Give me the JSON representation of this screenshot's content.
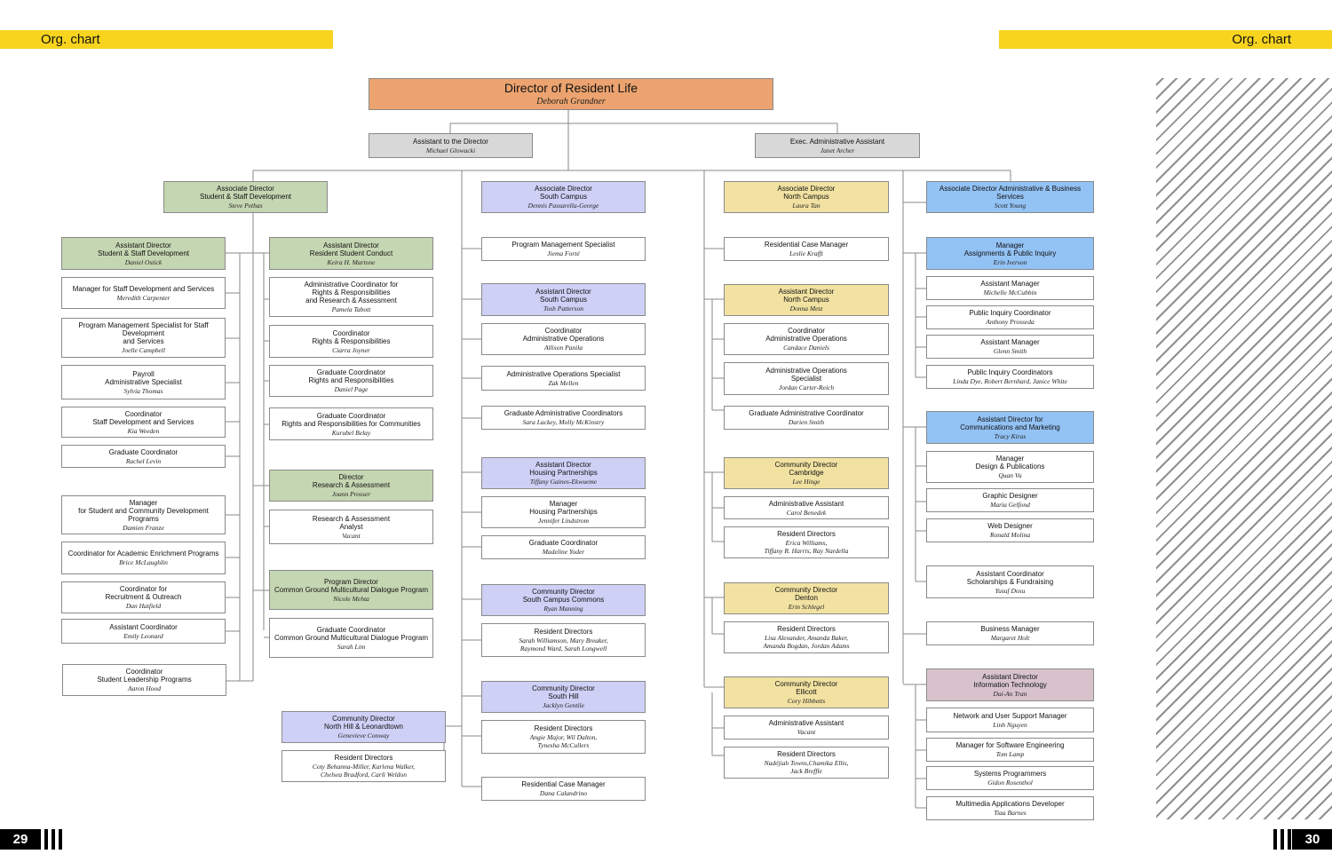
{
  "header": {
    "left_title": "Org. chart",
    "right_title": "Org. chart"
  },
  "footer": {
    "left_page": "29",
    "right_page": "30"
  },
  "colors": {
    "accent_yellow": "#f8d41f",
    "director": "#eca36f",
    "staff": "#d8d8d8",
    "student_dev": "#c5d6b2",
    "south": "#cfd0f6",
    "north": "#f2e2a2",
    "business": "#93c2f4",
    "it": "#d8c3cd"
  },
  "chart": {
    "director": {
      "title": "Director of Resident Life",
      "name": "Deborah Grandner"
    },
    "assistant_director": {
      "title": "Assistant to the Director",
      "name": "Michael Glowacki"
    },
    "exec_admin": {
      "title": "Exec. Administrative Assistant",
      "name": "Janet Archer"
    },
    "col1": {
      "head": {
        "title": "Associate Director\nStudent & Staff Development",
        "name": "Steve Pethas"
      },
      "a": [
        {
          "title": "Assistant Director\nStudent & Staff Development",
          "name": "Daniel Ostick"
        },
        {
          "title": "Manager for Staff Development and Services",
          "name": "Meredith Carpenter"
        },
        {
          "title": "Program Management Specialist for Staff Development\nand Services",
          "name": "Joelle Campbell"
        },
        {
          "title": "Payroll\nAdministrative Specialist",
          "name": "Sylvia Thomas"
        },
        {
          "title": "Coordinator\nStaff Development and Services",
          "name": "Kia Weeden"
        },
        {
          "title": "Graduate Coordinator",
          "name": "Rachel Levin"
        },
        {
          "title": "Manager\nfor Student and Community Development Programs",
          "name": "Damien Franze"
        },
        {
          "title": "Coordinator for Academic Enrichment Programs",
          "name": "Brice McLaughlin"
        },
        {
          "title": "Coordinator for\nRecruitment & Outreach",
          "name": "Dan Hatfield"
        },
        {
          "title": "Assistant Coordinator",
          "name": "Emily Leonard"
        },
        {
          "title": "Coordinator\nStudent Leadership Programs",
          "name": "Aaron Hood"
        }
      ],
      "b": [
        {
          "title": "Assistant Director\nResident Student Conduct",
          "name": "Keira H. Martone"
        },
        {
          "title": "Administrative Coordinator for\nRights & Responsibilities\nand Research & Assessment",
          "name": "Pamela Tabott"
        },
        {
          "title": "Coordinator\nRights & Responsibilities",
          "name": "Ciarra Joyner"
        },
        {
          "title": "Graduate Coordinator\nRights and Responsibilities",
          "name": "Daniel Page"
        },
        {
          "title": "Graduate Coordinator\nRights and Responsibilities for Communities",
          "name": "Kurubel Belay"
        },
        {
          "title": "Director\nResearch & Assessment",
          "name": "Joann Prosser"
        },
        {
          "title": "Research & Assessment\nAnalyst",
          "name": "Vacant"
        },
        {
          "title": "Program Director\nCommon Ground Multicultural Dialogue Program",
          "name": "Nicole Mehta"
        },
        {
          "title": "Graduate Coordinator\nCommon Ground Multicultural Dialogue Program",
          "name": "Sarah Lim"
        },
        {
          "title": "Community Director\nNorth Hill & Leonardtown",
          "name": "Genevieve Conway"
        },
        {
          "title": "Resident Directors",
          "name": "Coty Behanna-Miller, Karlena Walker,\nChelsea Bradford, Carli Weldon"
        }
      ]
    },
    "col2": {
      "head": {
        "title": "Associate Director\nSouth Campus",
        "name": "Dennis Passarella-George"
      },
      "items": [
        {
          "title": "Program Management Specialist",
          "name": "Jiema Forté"
        },
        {
          "title": "Assistant Director\nSouth Campus",
          "name": "Tosh Patterson"
        },
        {
          "title": "Coordinator\nAdministrative Operations",
          "name": "Allison Panila"
        },
        {
          "title": "Administrative Operations Specialist",
          "name": "Zak Mellen"
        },
        {
          "title": "Graduate Administrative Coordinators",
          "name": "Sara Lackey, Molly McKinstry"
        },
        {
          "title": "Assistant Director\nHousing Partnerships",
          "name": "Tiffany Gaines-Ekwueme"
        },
        {
          "title": "Manager\nHousing Partnerships",
          "name": "Jennifer Lindstrom"
        },
        {
          "title": "Graduate Coordinator",
          "name": "Madeline Yoder"
        },
        {
          "title": "Community Director\nSouth Campus Commons",
          "name": "Ryan Manning"
        },
        {
          "title": "Resident Directors",
          "name": "Sarah Williamson, Mary Breaker,\nRaymond Ward, Sarah Longwell"
        },
        {
          "title": "Community Director\nSouth Hill",
          "name": "Jacklyn Gentile"
        },
        {
          "title": "Resident Directors",
          "name": "Angie Major, Wil Dalton,\nTynesha McCullers"
        },
        {
          "title": "Residential Case Manager",
          "name": "Dana Calandrino"
        }
      ]
    },
    "col3": {
      "head": {
        "title": "Associate Director\nNorth Campus",
        "name": "Laura Tan"
      },
      "items": [
        {
          "title": "Residential Case Manager",
          "name": "Leslie Krafft"
        },
        {
          "title": "Assistant Director\nNorth Campus",
          "name": "Donna Metz"
        },
        {
          "title": "Coordinator\nAdministrative Operations",
          "name": "Candace Daniels"
        },
        {
          "title": "Administrative Operations\nSpecialist",
          "name": "Jordan Carter-Reich"
        },
        {
          "title": "Graduate Administrative Coordinator",
          "name": "Darien Smith"
        },
        {
          "title": "Community Director\nCambridge",
          "name": "Lee Hinge"
        },
        {
          "title": "Administrative Assistant",
          "name": "Carol Benedek"
        },
        {
          "title": "Resident Directors",
          "name": "Erica Williams,\nTiffany R. Harris, Ray Nardella"
        },
        {
          "title": "Community Director\nDenton",
          "name": "Erin Schlegel"
        },
        {
          "title": "Resident Directors",
          "name": "Lisa Alexander, Amanda Baker,\nAmanda Bogdan, Jordan Adams"
        },
        {
          "title": "Community Director\nEllicott",
          "name": "Cory Hibbetts"
        },
        {
          "title": "Administrative Assistant",
          "name": "Vacant"
        },
        {
          "title": "Resident Directors",
          "name": "Nadéjiah Towns,Chamika Ellis,\nJack Breffle"
        }
      ]
    },
    "col4": {
      "head": {
        "title": "Associate Director Administrative & Business\nServices",
        "name": "Scott Young"
      },
      "items": [
        {
          "title": "Manager\nAssignments & Public Inquiry",
          "name": "Erin Iverson"
        },
        {
          "title": "Assistant Manager",
          "name": "Michelle McCubbin"
        },
        {
          "title": "Public Inquiry Coordinator",
          "name": "Anthony Prosseda"
        },
        {
          "title": "Assistant Manager",
          "name": "Glenn Smith"
        },
        {
          "title": "Public Inquiry Coordinators",
          "name": "Linda Dye, Robert Bernhard, Janice White"
        },
        {
          "title": "Assistant Director for\nCommunications and Marketing",
          "name": "Tracy Kiras"
        },
        {
          "title": "Manager\nDesign & Publications",
          "name": "Quan Vu"
        },
        {
          "title": "Graphic Designer",
          "name": "Maria Gelfond"
        },
        {
          "title": "Web Designer",
          "name": "Ronald Molina"
        },
        {
          "title": "Assistant Coordinator\nScholarships & Fundraising",
          "name": "Yusuf Dosu"
        },
        {
          "title": "Business Manager",
          "name": "Margaret Holt"
        },
        {
          "title": "Assistant Director\nInformation Technology",
          "name": "Dai-An Tran"
        },
        {
          "title": "Network and User Support Manager",
          "name": "Linh Nguyen"
        },
        {
          "title": "Manager for Software Engineering",
          "name": "Tom Lamp"
        },
        {
          "title": "Systems Programmers",
          "name": "Gidon Rosenthol"
        },
        {
          "title": "Multimedia Applications Developer",
          "name": "Tiaa Barnes"
        }
      ]
    }
  }
}
